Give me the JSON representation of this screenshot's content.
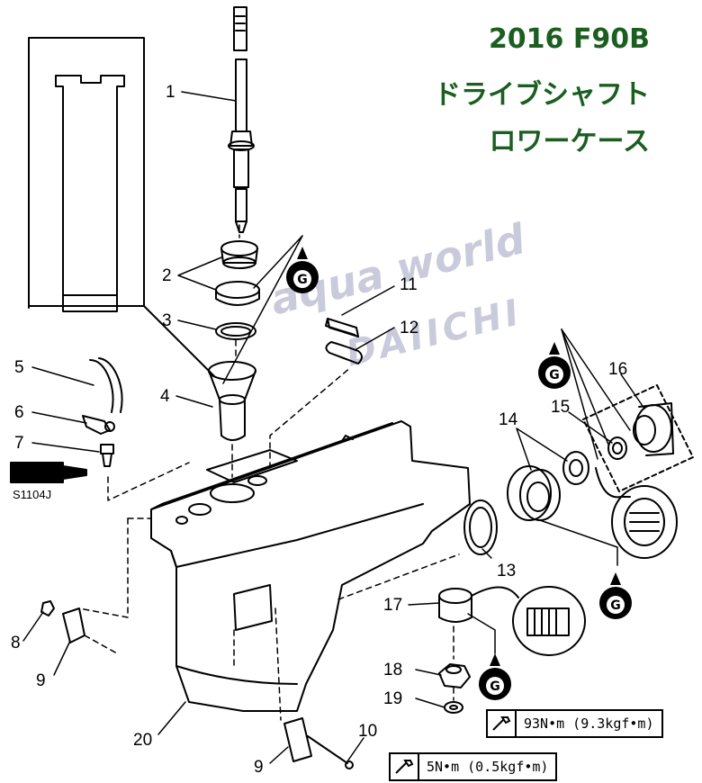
{
  "title": {
    "line1": "2016 F90B",
    "line2": "ドライブシャフト",
    "line3": "ロワーケース"
  },
  "watermark": {
    "line1": "aqua world",
    "line2": "DAIICHI"
  },
  "sealant_code": "S1104J",
  "grease_mark": "G",
  "torque_specs": [
    {
      "value": "93N•m (9.3kgf•m)"
    },
    {
      "value": "5N•m (0.5kgf•m)"
    }
  ],
  "callouts": [
    "1",
    "2",
    "3",
    "4",
    "5",
    "6",
    "7",
    "8",
    "9",
    "9",
    "10",
    "11",
    "12",
    "13",
    "14",
    "15",
    "16",
    "17",
    "18",
    "19",
    "20"
  ],
  "colors": {
    "title": "#1b5e20",
    "watermark": "#c9cbdc",
    "line": "#000000"
  }
}
